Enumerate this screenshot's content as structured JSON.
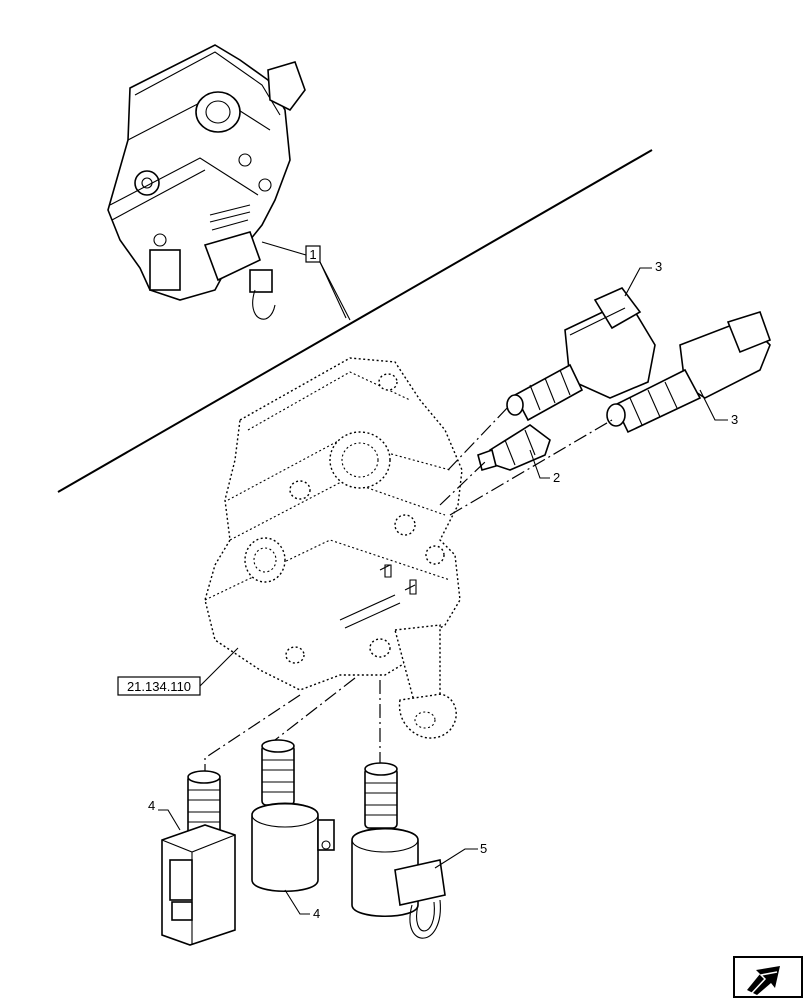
{
  "callouts": {
    "item_1": "1",
    "item_2": "2",
    "item_3_top": "3",
    "item_3_right": "3",
    "item_4_left": "4",
    "item_4_center": "4",
    "item_5": "5"
  },
  "reference_box": "21.134.110",
  "nav_icon": "next-page-arrow-icon"
}
